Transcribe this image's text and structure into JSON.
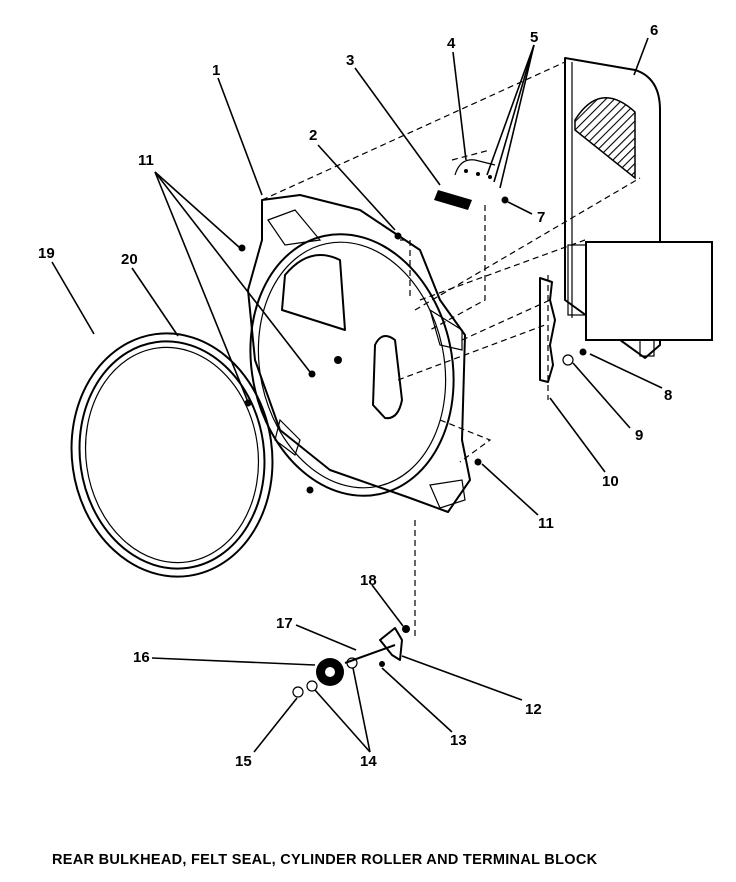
{
  "caption": "REAR BULKHEAD, FELT SEAL, CYLINDER ROLLER AND TERMINAL BLOCK",
  "callouts": {
    "c1": "1",
    "c2": "2",
    "c3": "3",
    "c4": "4",
    "c5": "5",
    "c6": "6",
    "c7": "7",
    "c8": "8",
    "c9": "9",
    "c10": "10",
    "c11a": "11",
    "c11b": "11",
    "c12": "12",
    "c13": "13",
    "c14": "14",
    "c15": "15",
    "c16": "16",
    "c17": "17",
    "c18": "18",
    "c19": "19",
    "c20": "20"
  }
}
